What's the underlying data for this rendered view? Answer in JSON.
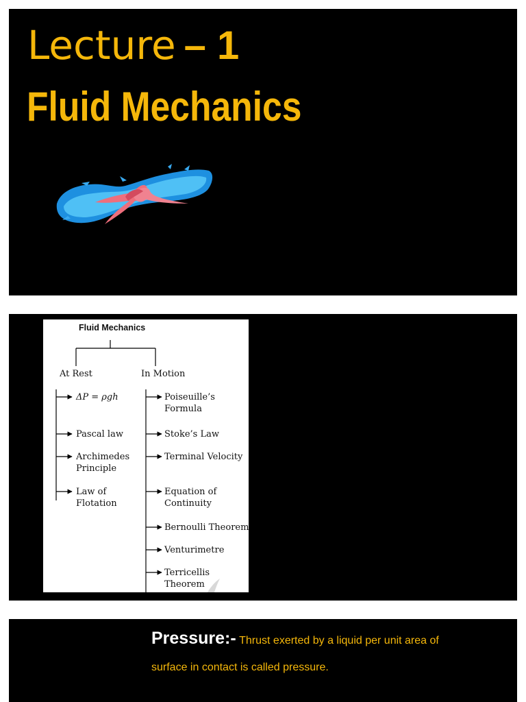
{
  "slide1": {
    "title_word": "Lecture",
    "title_num": "– 1",
    "subtitle": "Fluid Mechanics",
    "image_icon": "fluid-splash-ribbon"
  },
  "slide2": {
    "root": "Fluid Mechanics",
    "rest_branch": "At Rest",
    "motion_branch": "In Motion",
    "rest_items": [
      {
        "line1": "ΔP = ρgh",
        "line2": ""
      },
      {
        "line1": "Pascal law",
        "line2": ""
      },
      {
        "line1": "Archimedes",
        "line2": "Principle"
      },
      {
        "line1": "Law of",
        "line2": "Flotation"
      }
    ],
    "motion_items": [
      {
        "line1": "Poiseuille’s",
        "line2": "Formula"
      },
      {
        "line1": "Stoke’s Law",
        "line2": ""
      },
      {
        "line1": "Terminal Velocity",
        "line2": ""
      },
      {
        "line1": "Equation of",
        "line2": "Continuity"
      },
      {
        "line1": "Bernoulli Theorem",
        "line2": ""
      },
      {
        "line1": "Venturimetre",
        "line2": ""
      },
      {
        "line1": "Terricellis",
        "line2": "Theorem"
      }
    ]
  },
  "slide3": {
    "heading": "Pressure:-",
    "definition_part1": "Thrust exerted by a liquid per unit area of",
    "definition_part2": "surface in contact is called pressure."
  },
  "colors": {
    "accent_yellow": "#f5b70a",
    "slide_bg": "#000000",
    "page_bg": "#ffffff"
  }
}
